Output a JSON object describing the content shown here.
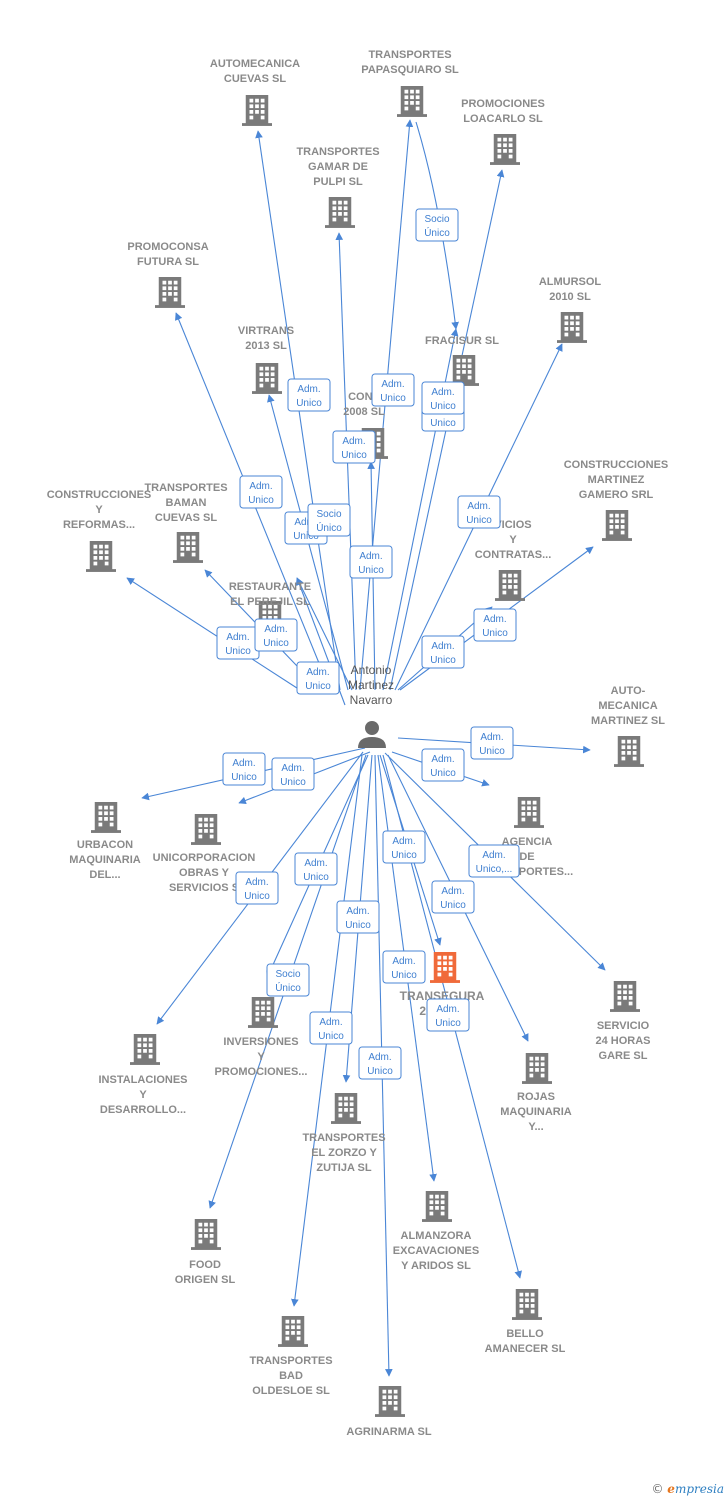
{
  "colors": {
    "edge": "#4a86d6",
    "building": "#7a7a7a",
    "focus_building": "#f06a3a",
    "person": "#6a6a6a"
  },
  "person": {
    "label_lines": [
      "Antonio",
      "Martinez",
      "Navarro"
    ],
    "icon": "person-icon"
  },
  "companies": [
    {
      "id": "automecanica",
      "label_lines": [
        "AUTOMECANICA",
        "CUEVAS SL"
      ]
    },
    {
      "id": "papasquiaro",
      "label_lines": [
        "TRANSPORTES",
        "PAPASQUIARO SL"
      ]
    },
    {
      "id": "loacarlo",
      "label_lines": [
        "PROMOCIONES",
        "LOACARLO SL"
      ]
    },
    {
      "id": "gamar",
      "label_lines": [
        "TRANSPORTES",
        "GAMAR DE",
        "PULPI SL"
      ]
    },
    {
      "id": "promoconsa",
      "label_lines": [
        "PROMOCONSA",
        "FUTURA SL"
      ]
    },
    {
      "id": "almursol",
      "label_lines": [
        "ALMURSOL",
        "2010 SL"
      ]
    },
    {
      "id": "virtrans",
      "label_lines": [
        "VIRTRANS",
        "2013 SL"
      ]
    },
    {
      "id": "fracisur",
      "label_lines": [
        "FRACISUR SL"
      ]
    },
    {
      "id": "con2008",
      "label_lines": [
        "CONS",
        "2008 SL"
      ]
    },
    {
      "id": "cons_martinez",
      "label_lines": [
        "CONSTRUCCIONES",
        "MARTINEZ",
        "GAMERO SRL"
      ]
    },
    {
      "id": "cons_reformas",
      "label_lines": [
        "CONSTRUCCIONES",
        "Y",
        "REFORMAS..."
      ]
    },
    {
      "id": "baman",
      "label_lines": [
        "TRANSPORTES",
        "BAMAN",
        "CUEVAS SL"
      ]
    },
    {
      "id": "servicios_contratas",
      "label_lines": [
        "VICIOS",
        "Y",
        "CONTRATAS..."
      ]
    },
    {
      "id": "perejil",
      "label_lines": [
        "RESTAURANTE",
        "EL PEREJIL  SL"
      ]
    },
    {
      "id": "auto_mecanica",
      "label_lines": [
        "AUTO-",
        "MECANICA",
        "MARTINEZ SL"
      ]
    },
    {
      "id": "urbacon",
      "label_lines": [
        "URBACON",
        "MAQUINARIA",
        "DEL..."
      ]
    },
    {
      "id": "unicorporacion",
      "label_lines": [
        "UNICORPORACION",
        "OBRAS Y",
        "SERVICIOS S"
      ]
    },
    {
      "id": "agencia",
      "label_lines": [
        "AGENCIA",
        "DE",
        "TRANSPORTES..."
      ]
    },
    {
      "id": "transegura",
      "label_lines": [
        "TRANSEGURA",
        "2012 SL"
      ],
      "focus": true
    },
    {
      "id": "servicio24",
      "label_lines": [
        "SERVICIO",
        "24 HORAS",
        "GARE SL"
      ]
    },
    {
      "id": "inversiones",
      "label_lines": [
        "INVERSIONES",
        "Y",
        "PROMOCIONES..."
      ]
    },
    {
      "id": "instalaciones",
      "label_lines": [
        "INSTALACIONES",
        "Y",
        "DESARROLLO..."
      ]
    },
    {
      "id": "rojas",
      "label_lines": [
        "ROJAS",
        "MAQUINARIA",
        "Y..."
      ]
    },
    {
      "id": "zorzo",
      "label_lines": [
        "TRANSPORTES",
        "EL ZORZO Y",
        "ZUTIJA SL"
      ]
    },
    {
      "id": "almanzora",
      "label_lines": [
        "ALMANZORA",
        "EXCAVACIONES",
        "Y ARIDOS SL"
      ]
    },
    {
      "id": "food",
      "label_lines": [
        "FOOD",
        "ORIGEN  SL"
      ]
    },
    {
      "id": "bello",
      "label_lines": [
        "BELLO",
        "AMANECER SL"
      ]
    },
    {
      "id": "bad",
      "label_lines": [
        "TRANSPORTES",
        "BAD",
        "OLDESLOE SL"
      ]
    },
    {
      "id": "agrinarma",
      "label_lines": [
        "AGRINARMA SL"
      ]
    }
  ],
  "relations": [
    {
      "to": "automecanica",
      "label_lines": [
        "Adm.",
        "Unico"
      ]
    },
    {
      "to": "papasquiaro",
      "label_lines": [
        "Adm.",
        "Unico"
      ]
    },
    {
      "to": "fracisur",
      "label_lines": [
        "Socio",
        "Único"
      ]
    },
    {
      "to": "loacarlo",
      "label_lines": [
        "Adm.",
        "Unico"
      ]
    },
    {
      "to": "gamar",
      "label_lines": [
        "Adm.",
        "Unico"
      ]
    },
    {
      "to": "promoconsa",
      "label_lines": [
        "Adm.",
        "Unico"
      ]
    },
    {
      "to": "almursol",
      "label_lines": [
        "Adm.",
        "Unico"
      ]
    },
    {
      "to": "virtrans",
      "label_lines": [
        "Adm.",
        "Unico"
      ]
    },
    {
      "to": "fracisur",
      "label_lines": [
        "Adm.",
        "Unico"
      ]
    },
    {
      "to": "con2008",
      "label_lines": [
        "Adm.",
        "Unico"
      ]
    },
    {
      "to": "cons_martinez",
      "label_lines": [
        "Adm.",
        "Unico"
      ]
    },
    {
      "to": "cons_reformas",
      "label_lines": [
        "Adm.",
        "Unico"
      ]
    },
    {
      "to": "baman",
      "label_lines": [
        "Adm.",
        "Unico"
      ]
    },
    {
      "to": "perejil",
      "label_lines": [
        "Socio",
        "Único"
      ]
    },
    {
      "to": "servicios_contratas",
      "label_lines": [
        "Adm.",
        "Unico"
      ]
    },
    {
      "to": "perejil",
      "label_lines": [
        "Adm.",
        "Unico"
      ]
    },
    {
      "to": "auto_mecanica",
      "label_lines": [
        "Adm.",
        "Unico"
      ]
    },
    {
      "to": "urbacon",
      "label_lines": [
        "Adm.",
        "Unico"
      ]
    },
    {
      "to": "unicorporacion",
      "label_lines": [
        "Adm.",
        "Unico"
      ]
    },
    {
      "to": "agencia",
      "label_lines": [
        "Adm.",
        "Unico"
      ]
    },
    {
      "to": "transegura",
      "label_lines": [
        "Adm.",
        "Unico"
      ]
    },
    {
      "to": "servicio24",
      "label_lines": [
        "Adm.",
        "Unico,..."
      ]
    },
    {
      "to": "inversiones",
      "label_lines": [
        "Adm.",
        "Unico"
      ]
    },
    {
      "to": "instalaciones",
      "label_lines": [
        "Adm.",
        "Unico"
      ]
    },
    {
      "to": "rojas",
      "label_lines": [
        "Adm.",
        "Unico"
      ]
    },
    {
      "to": "zorzo",
      "label_lines": [
        "Adm.",
        "Unico"
      ]
    },
    {
      "to": "food",
      "label_lines": [
        "Socio",
        "Único"
      ]
    },
    {
      "to": "almanzora",
      "label_lines": [
        "Adm.",
        "Unico"
      ]
    },
    {
      "to": "bello",
      "label_lines": [
        "Adm.",
        "Unico"
      ]
    },
    {
      "to": "bad",
      "label_lines": [
        "Adm.",
        "Unico"
      ]
    },
    {
      "to": "agrinarma",
      "label_lines": [
        "Adm.",
        "Unico"
      ]
    }
  ],
  "footer": {
    "copyright": "©",
    "brand_initial": "e",
    "brand_rest": "mpresia"
  }
}
